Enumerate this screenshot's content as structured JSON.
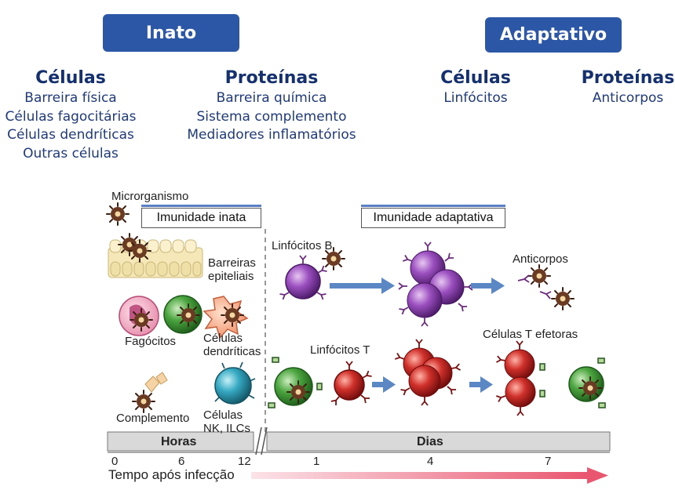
{
  "innate": {
    "title": "Inato",
    "cells": {
      "heading": "Células",
      "items": [
        "Barreira física",
        "Células fagocitárias",
        "Células dendríticas",
        "Outras células"
      ]
    },
    "proteins": {
      "heading": "Proteínas",
      "items": [
        "Barreira química",
        "Sistema complemento",
        "Mediadores inflamatórios"
      ]
    }
  },
  "adaptive": {
    "title": "Adaptativo",
    "cells": {
      "heading": "Células",
      "items": [
        "Linfócitos"
      ]
    },
    "proteins": {
      "heading": "Proteínas",
      "items": [
        "Anticorpos"
      ]
    }
  },
  "diagram": {
    "microorganism": "Microrganismo",
    "innate_band": "Imunidade inata",
    "adaptive_band": "Imunidade adaptativa",
    "epithelial": "Barreiras\nepiteliais",
    "phagocytes": "Fagócitos",
    "dendritic": "Células\ndendríticas",
    "complement": "Complemento",
    "nk": "Células\nNK, ILCs",
    "b_cells": "Linfócitos B",
    "t_cells": "Linfócitos T",
    "antibodies": "Anticorpos",
    "effector_t": "Células T efetoras",
    "timeline": {
      "hours_label": "Horas",
      "days_label": "Dias",
      "ticks": [
        "0",
        "6",
        "12",
        "1",
        "4",
        "7"
      ],
      "axis_label": "Tempo após infecção"
    }
  },
  "colors": {
    "pill": "#2c56a6",
    "b_cell": "#8a3ea8",
    "t_cell": "#c62828",
    "phagocyte": "#3f9a3a",
    "nk": "#2aa0b8",
    "arrow": "#5b87c5"
  }
}
